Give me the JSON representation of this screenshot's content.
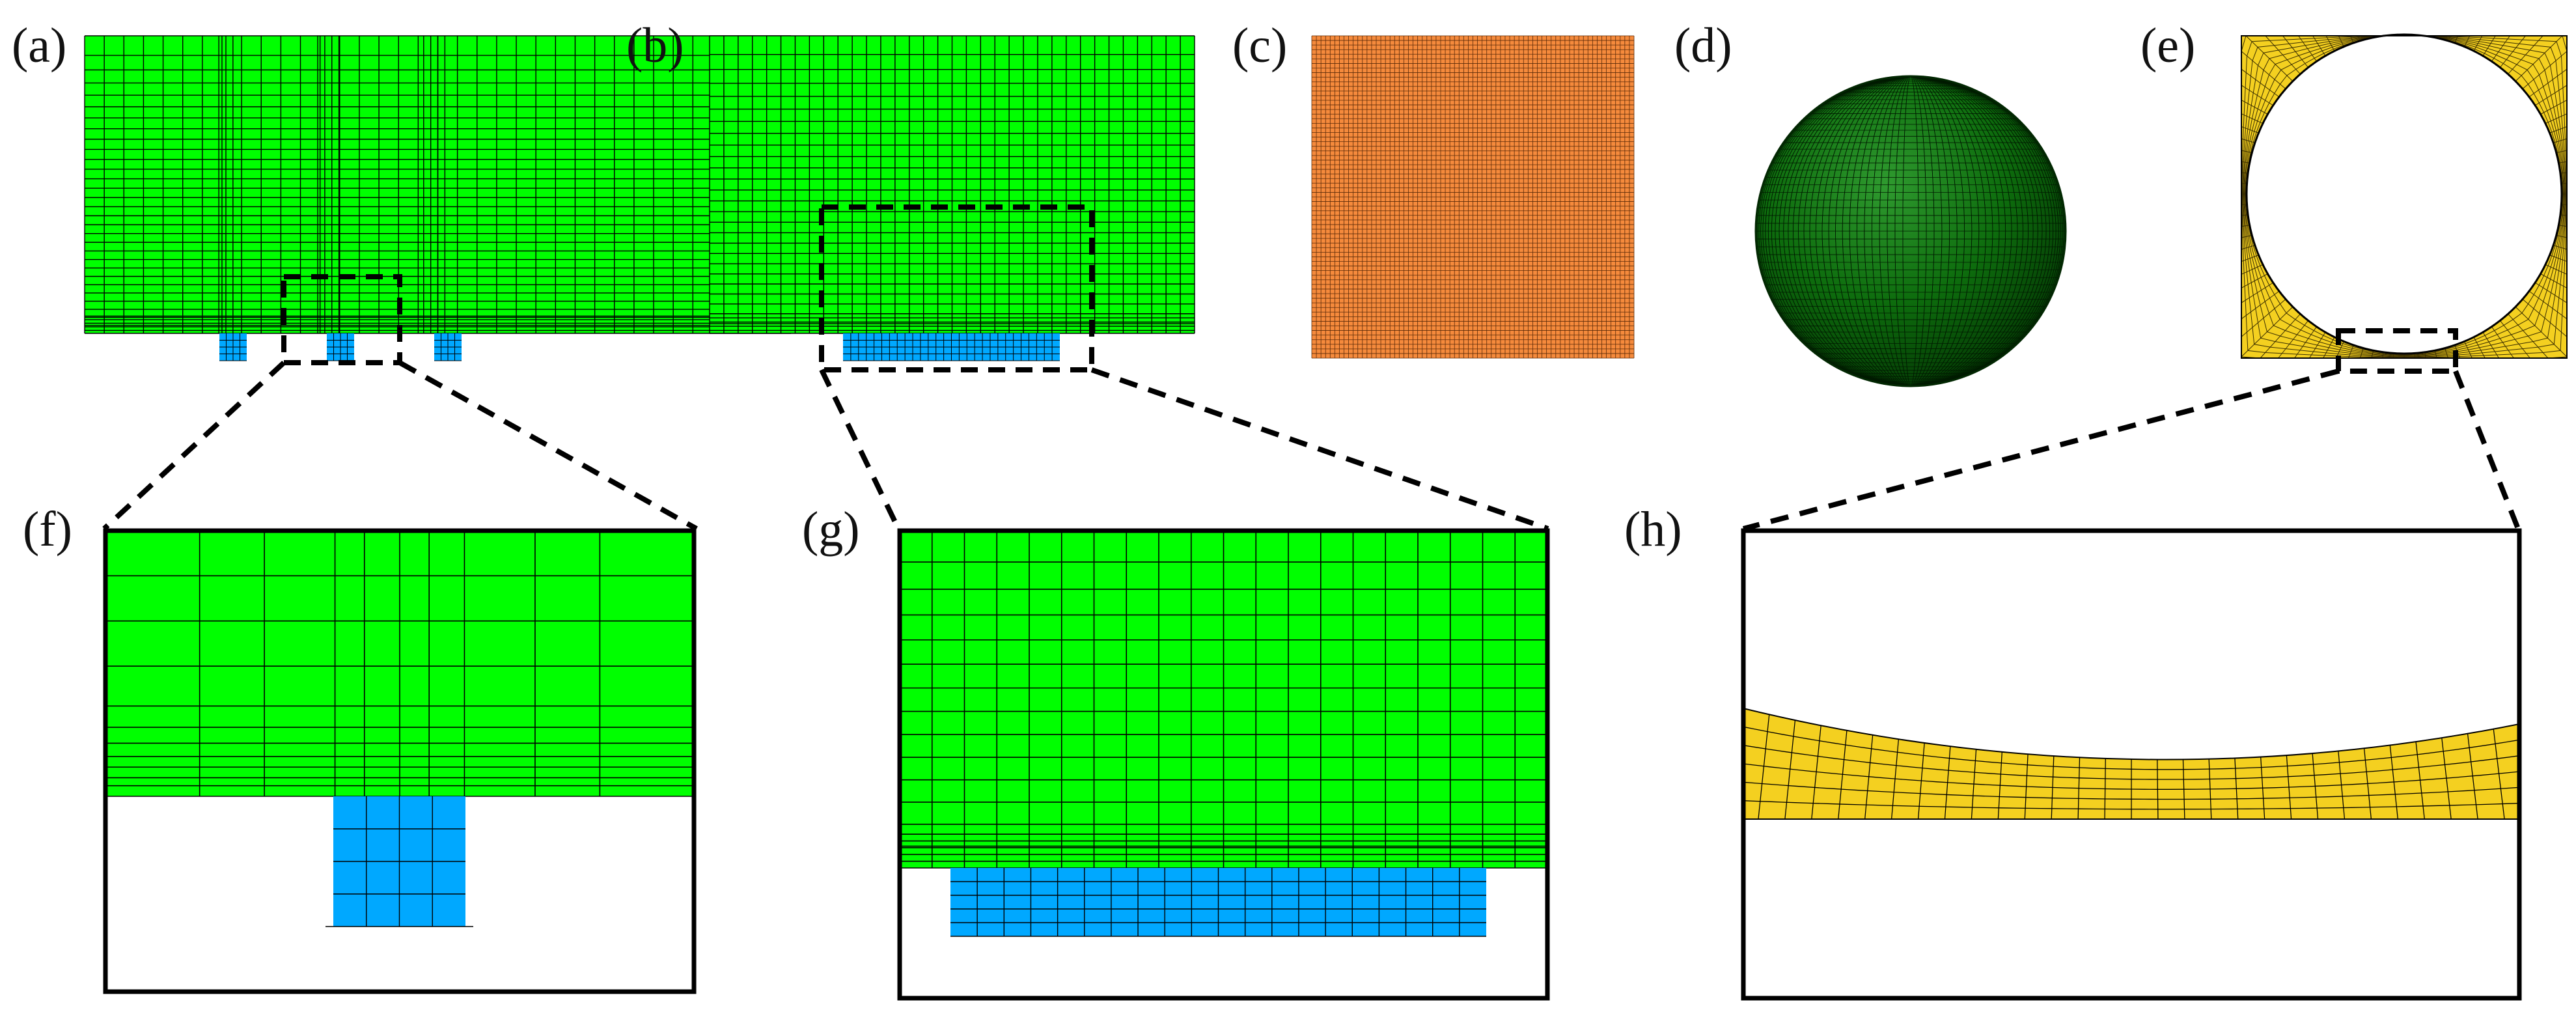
{
  "figure": {
    "panels": [
      {
        "id": "a",
        "label": "(a)"
      },
      {
        "id": "b",
        "label": "(b)"
      },
      {
        "id": "c",
        "label": "(c)"
      },
      {
        "id": "d",
        "label": "(d)"
      },
      {
        "id": "e",
        "label": "(e)"
      },
      {
        "id": "f",
        "label": "(f)"
      },
      {
        "id": "g",
        "label": "(g)"
      },
      {
        "id": "h",
        "label": "(h)"
      }
    ]
  },
  "colors": {
    "mesh_green": "#00ff00",
    "mesh_blue": "#00a8ff",
    "mesh_orange": "#f58a3c",
    "sphere_green": "#0b6a0b",
    "mesh_yellow": "#f4d020",
    "mesh_line": "#000000",
    "callout_line": "#000000"
  }
}
